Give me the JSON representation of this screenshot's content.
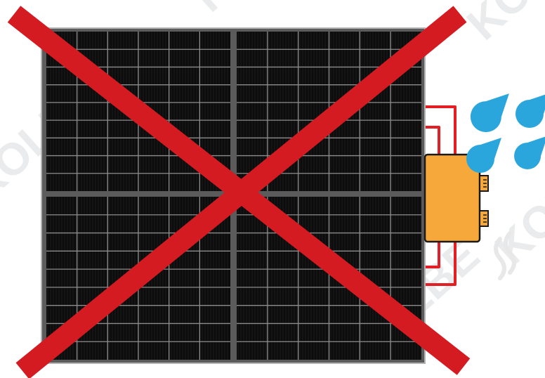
{
  "watermark": {
    "text": "KOLBE",
    "color": "#cfd3d8"
  },
  "solar_panel": {
    "frame_color": "#b3b3b3",
    "cell_color": "#0c0c0c",
    "grid_color": "#8c8c8c",
    "quadrants": 4
  },
  "micro_inverter": {
    "body_color": "#f7a83b",
    "connector_color": "#f7a83b",
    "connectors": 2,
    "cable_color": "#e31e24"
  },
  "water_drops": {
    "color": "#2aa6dd",
    "count": 4
  },
  "cross_mark": {
    "color": "#d31b21",
    "meaning": "not allowed"
  },
  "steam_icon": {
    "color": "#e8e8e8"
  }
}
